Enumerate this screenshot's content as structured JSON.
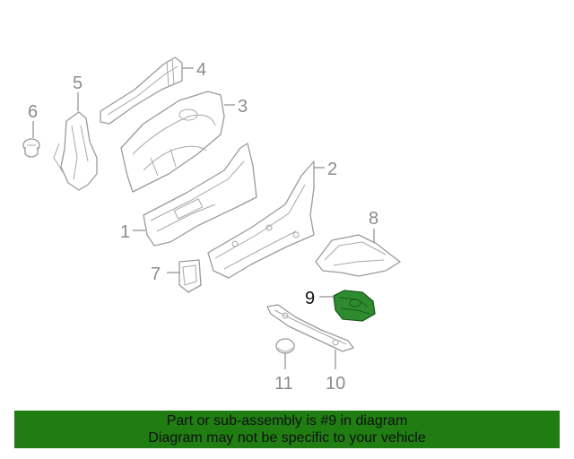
{
  "callouts": {
    "c1": "1",
    "c2": "2",
    "c3": "3",
    "c4": "4",
    "c5": "5",
    "c6": "6",
    "c7": "7",
    "c8": "8",
    "c9": "9",
    "c10": "10",
    "c11": "11"
  },
  "highlighted_part": "9",
  "colors": {
    "banner": "#1f7d12",
    "highlight": "#2e8b2e",
    "line": "#9a9a9a"
  },
  "banner": {
    "line1": "Part or sub-assembly is #9 in diagram",
    "line2": "Diagram may not be specific to your vehicle"
  }
}
